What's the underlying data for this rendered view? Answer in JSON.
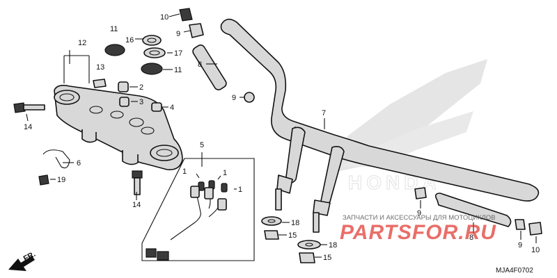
{
  "diagram": {
    "code": "MJA4F0702",
    "direction_label": "FR.",
    "callouts": {
      "c1a": "1",
      "c1b": "1",
      "c1c": "1",
      "c2": "2",
      "c3": "3",
      "c4": "4",
      "c5": "5",
      "c6": "6",
      "c7": "7",
      "c8a": "8",
      "c8b": "8",
      "c9a": "9",
      "c9b": "9",
      "c9c": "9",
      "c9d": "9",
      "c10a": "10",
      "c10b": "10",
      "c11a": "11",
      "c11b": "11",
      "c12": "12",
      "c13": "13",
      "c14a": "14",
      "c14b": "14",
      "c15a": "15",
      "c15b": "15",
      "c16": "16",
      "c17": "17",
      "c18a": "18",
      "c18b": "18",
      "c19": "19"
    }
  },
  "watermark": {
    "brand_text": "HONDA",
    "shop_caption": "ЗАПЧАСТИ И АКСЕССУАРЫ ДЛЯ МОТОЦИКЛОВ",
    "shop_logo": "PARTSFOR.RU",
    "logo_color": "#e0312a"
  }
}
